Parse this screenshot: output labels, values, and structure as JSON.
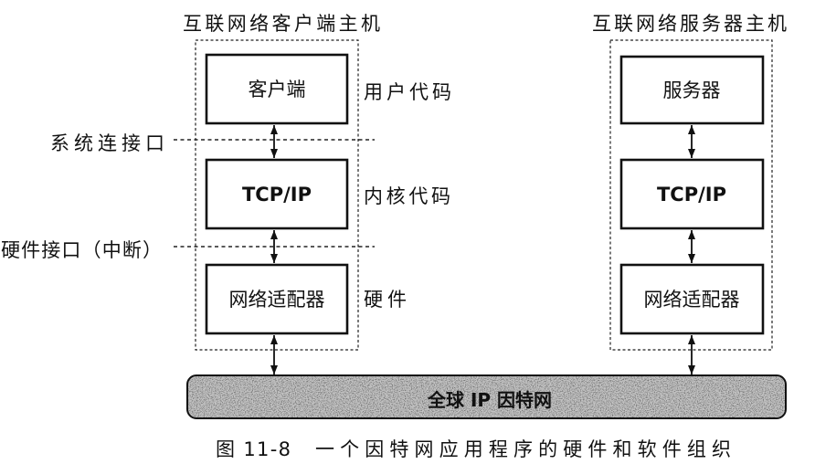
{
  "client_host": {
    "title": "互联网络客户端主机",
    "layers": [
      "客户端",
      "TCP/IP",
      "网络适配器"
    ]
  },
  "server_host": {
    "title": "互联网络服务器主机",
    "layers": [
      "服务器",
      "TCP/IP",
      "网络适配器"
    ]
  },
  "layer_labels": [
    "用户代码",
    "内核代码",
    "硬件"
  ],
  "interface_labels": [
    "系统连接口",
    "硬件接口（中断）"
  ],
  "network": {
    "label": "全球 IP 因特网"
  },
  "caption": {
    "number": "图 11-8",
    "text": "一个因特网应用程序的硬件和软件组织"
  },
  "colors": {
    "ink": "#111111",
    "network_fill": "#c4c4c4",
    "background": "#ffffff"
  }
}
